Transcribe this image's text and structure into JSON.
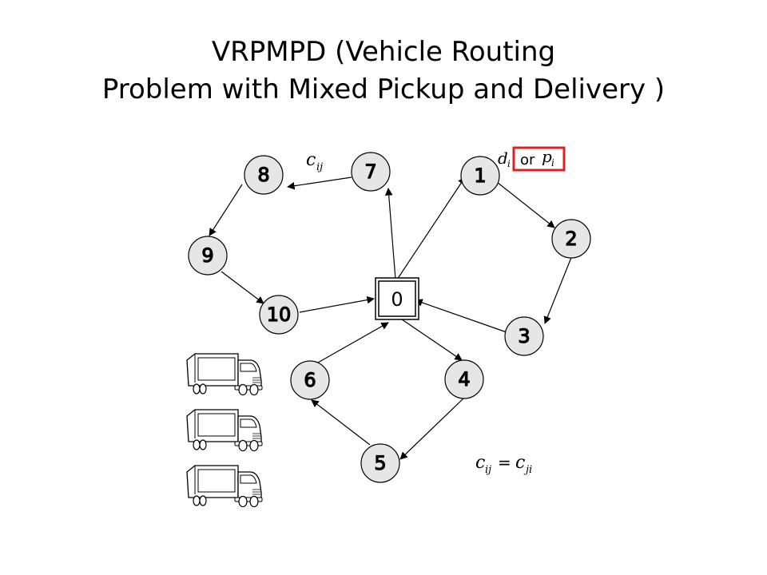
{
  "title": {
    "line1": "VRPMPD (Vehicle Routing",
    "line2": "Problem with Mixed Pickup and Delivery )"
  },
  "depot": {
    "label": "0"
  },
  "nodes": [
    {
      "label": "1"
    },
    {
      "label": "2"
    },
    {
      "label": "3"
    },
    {
      "label": "4"
    },
    {
      "label": "5"
    },
    {
      "label": "6"
    },
    {
      "label": "7"
    },
    {
      "label": "8"
    },
    {
      "label": "9"
    },
    {
      "label": "10"
    }
  ],
  "annotations": {
    "cost_symbol": "c",
    "cost_subscript": "ij",
    "demand_symbol": "d",
    "demand_subscript": "i",
    "or_text": "or",
    "pickup_symbol": "p",
    "pickup_subscript": "i",
    "symmetry_lhs": "c",
    "symmetry_lhs_sub": "ij",
    "symmetry_eq": "=",
    "symmetry_rhs": "c",
    "symmetry_rhs_sub": "ji"
  },
  "colors": {
    "node_fill": "#e6e6e6",
    "stroke": "#000000",
    "highlight_box": "#e02020"
  },
  "icons": [
    "truck-icon",
    "truck-icon",
    "truck-icon"
  ]
}
